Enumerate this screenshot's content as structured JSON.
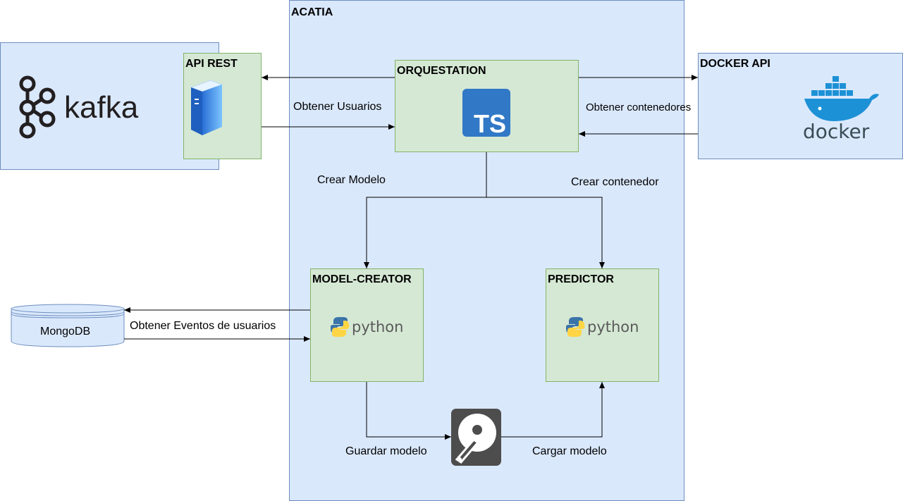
{
  "acatia": {
    "title": "ACATIA"
  },
  "kafka": {
    "logo_text": "kafka",
    "icon": "kafka-logo"
  },
  "api_rest": {
    "title": "API REST",
    "icon": "server-icon"
  },
  "orquestation": {
    "title": "ORQUESTATION",
    "icon": "typescript-logo",
    "icon_text": "TS"
  },
  "docker_api": {
    "title": "DOCKER API",
    "icon": "docker-logo",
    "logo_text": "docker"
  },
  "model_creator": {
    "title": "MODEL-CREATOR",
    "icon": "python-logo",
    "logo_text": "python"
  },
  "predictor": {
    "title": "PREDICTOR",
    "icon": "python-logo",
    "logo_text": "python"
  },
  "mongodb": {
    "title": "MongoDB",
    "icon": "database-icon"
  },
  "disk": {
    "icon": "hard-disk-icon"
  },
  "edge_labels": {
    "obtener_usuarios": "Obtener Usuarios",
    "obtener_contenedores": "Obtener contenedores",
    "crear_modelo": "Crear Modelo",
    "crear_contenedor": "Crear contenedor",
    "obtener_eventos": "Obtener Eventos de usuarios",
    "guardar_modelo": "Guardar modelo",
    "cargar_modelo": "Cargar modelo"
  },
  "colors": {
    "container_fill": "#dae8fc",
    "container_stroke": "#6c8ebf",
    "service_fill": "#d5e8d4",
    "service_stroke": "#82b366",
    "typescript": "#3178c6",
    "docker": "#1d91d6"
  }
}
